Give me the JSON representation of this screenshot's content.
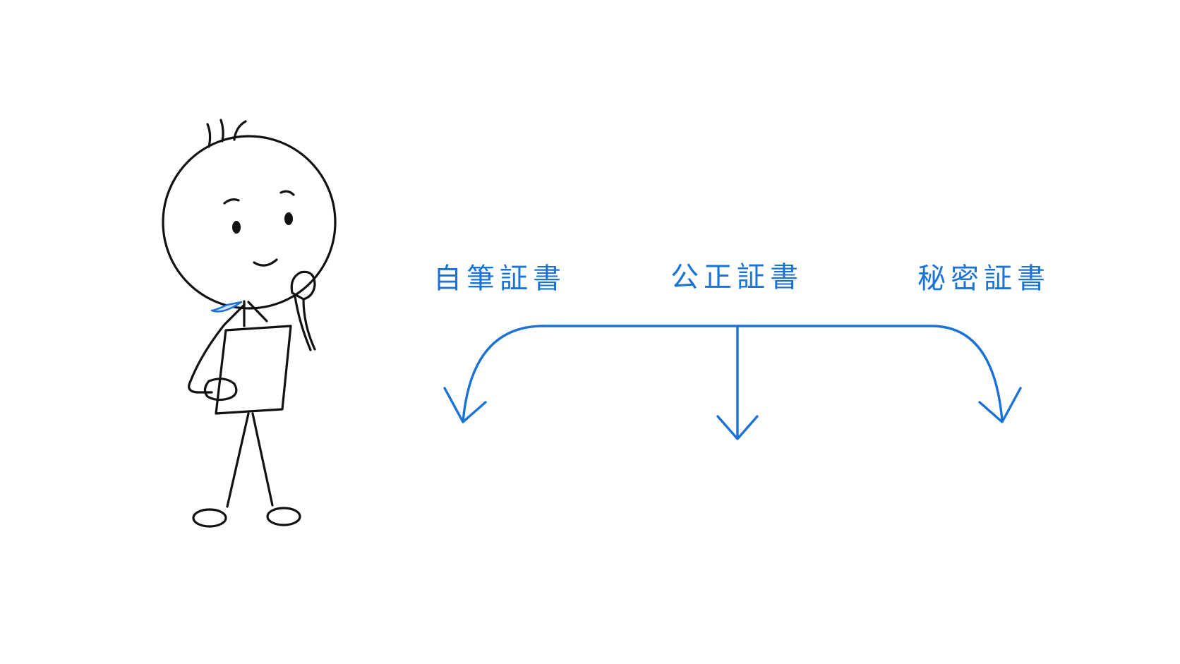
{
  "diagram": {
    "branches": [
      {
        "label": "自筆証書"
      },
      {
        "label": "公正証書"
      },
      {
        "label": "秘密証書"
      }
    ],
    "colors": {
      "accent": "#1a73d4",
      "ink": "#111111",
      "background": "#ffffff"
    }
  }
}
